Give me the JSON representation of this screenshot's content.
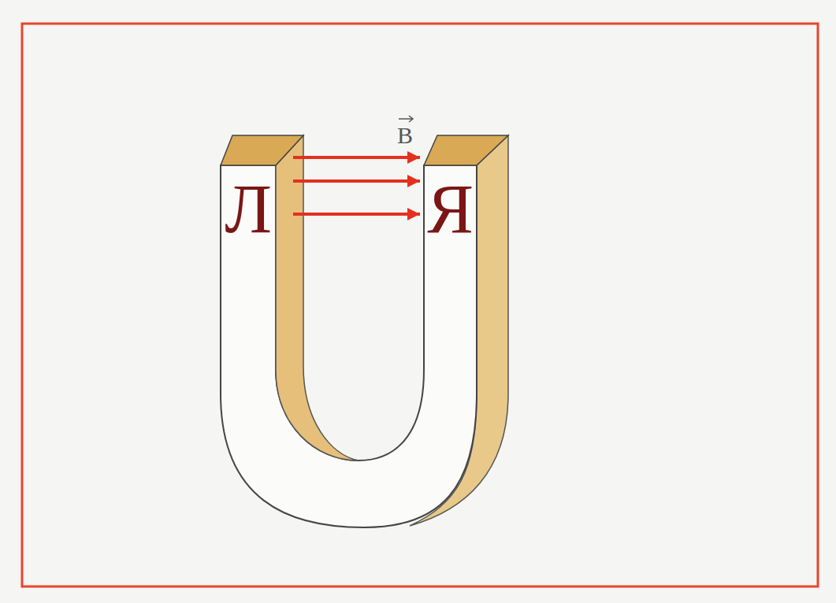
{
  "diagram": {
    "nodes": [
      {
        "text": [
          "Л"
        ]
      },
      {
        "text": [
          "Я"
        ]
      }
    ],
    "edges": [
      {
        "from": 0,
        "to": 1,
        "arrow": "to"
      },
      {
        "from": 0,
        "to": 1,
        "arrow": "to"
      },
      {
        "from": 0,
        "to": 1,
        "arrow": "to"
      }
    ],
    "labels": [
      "B"
    ]
  }
}
